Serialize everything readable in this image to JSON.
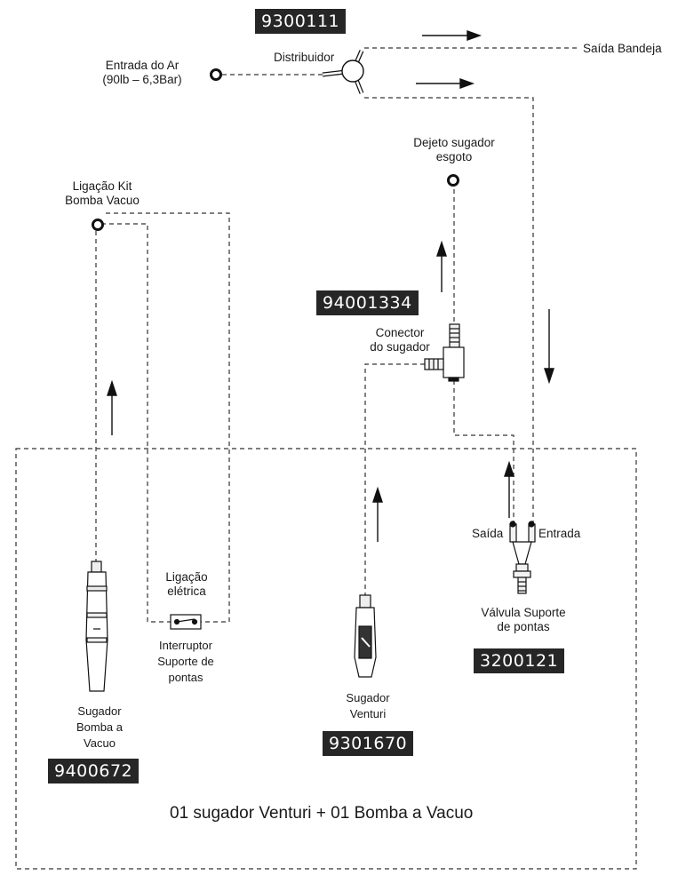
{
  "codes": {
    "distributor": "9300111",
    "connector": "94001334",
    "valve": "3200121",
    "venturi": "9301670",
    "vacuum": "9400672"
  },
  "labels": {
    "air_inlet_1": "Entrada do Ar",
    "air_inlet_2": "(90lb – 6,3Bar)",
    "distributor": "Distribuidor",
    "tray_outlet": "Saída Bandeja",
    "waste_1": "Dejeto sugador",
    "waste_2": "esgoto",
    "kit_1": "Ligação Kit",
    "kit_2": "Bomba Vacuo",
    "connector_1": "Conector",
    "connector_2": "do sugador",
    "electric_1": "Ligação",
    "electric_2": "elétrica",
    "switch_1": "Interruptor",
    "switch_2": "Suporte de",
    "switch_3": "pontas",
    "outlet": "Saída",
    "inlet": "Entrada",
    "valve_1": "Válvula Suporte",
    "valve_2": "de pontas",
    "venturi_1": "Sugador",
    "venturi_2": "Venturi",
    "vacuum_1": "Sugador",
    "vacuum_2": "Bomba a",
    "vacuum_3": "Vacuo"
  },
  "caption": "01 sugador Venturi + 01 Bomba a Vacuo"
}
